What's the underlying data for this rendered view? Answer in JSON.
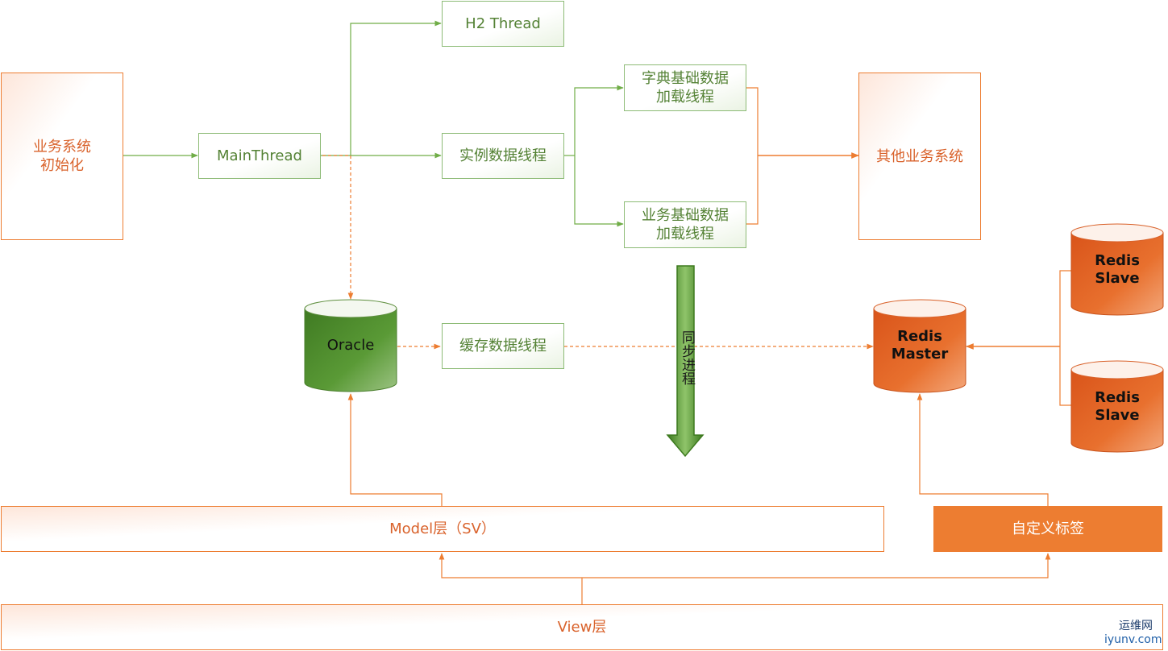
{
  "nodes": {
    "biz_init": [
      "业务系统",
      "初始化"
    ],
    "main_thread": "MainThread",
    "h2_thread": "H2 Thread",
    "instance_thread": "实例数据线程",
    "dict_thread": [
      "字典基础数据",
      "加载线程"
    ],
    "biz_base_thread": [
      "业务基础数据",
      "加载线程"
    ],
    "other_systems": "其他业务系统",
    "cache_thread": "缓存数据线程",
    "model_layer": "Model层（SV）",
    "custom_tag": "自定义标签",
    "view_layer": "View层"
  },
  "databases": {
    "oracle": "Oracle",
    "redis_master": [
      "Redis",
      "Master"
    ],
    "redis_slave_1": [
      "Redis",
      "Slave"
    ],
    "redis_slave_2": [
      "Redis",
      "Slave"
    ]
  },
  "sync_arrow_label": "同步进程",
  "watermark": {
    "line1": "运维网",
    "line2": "iyunv.com"
  },
  "colors": {
    "green_line": "#70ad47",
    "green_text": "#548235",
    "orange_line": "#ed7d31",
    "orange_text": "#d9622b",
    "oracle_fill": "#4e8a2c",
    "redis_fill": "#e2631b"
  }
}
